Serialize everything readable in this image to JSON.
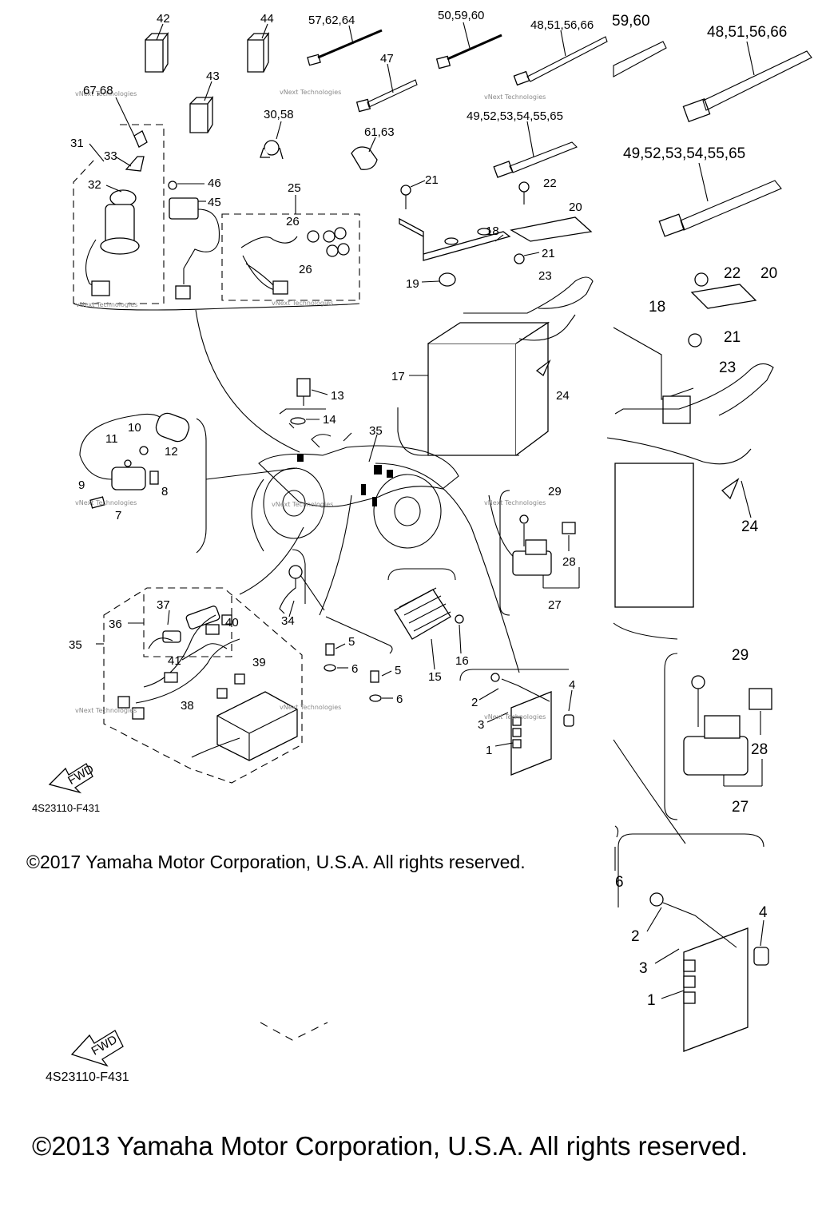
{
  "document": {
    "diagram_code_small": "4S23110-F431",
    "diagram_code_large": "4S23110-F431",
    "copyright_small": "©2017 Yamaha Motor Corporation, U.S.A. All rights reserved.",
    "copyright_large": "©2013 Yamaha Motor Corporation, U.S.A. All rights reserved.",
    "fwd_label": "FWD",
    "watermark": "vNext Technologies"
  },
  "callouts": {
    "c42": "42",
    "c44": "44",
    "c57_62_64": "57,62,64",
    "c50_59_60": "50,59,60",
    "c48_51_56_66": "48,51,56,66",
    "c59_60": "59,60",
    "c48_51_56_66_lg": "48,51,56,66",
    "c47": "47",
    "c43": "43",
    "c67_68": "67,68",
    "c30_58": "30,58",
    "c61_63": "61,63",
    "c49_to_65": "49,52,53,54,55,65",
    "c49_to_65_lg": "49,52,53,54,55,65",
    "c31": "31",
    "c33": "33",
    "c32": "32",
    "c46": "46",
    "c45": "45",
    "c25": "25",
    "c26a": "26",
    "c26b": "26",
    "c21a": "21",
    "c22": "22",
    "c20": "20",
    "c18": "18",
    "c21b": "21",
    "c19": "19",
    "c23": "23",
    "c17": "17",
    "c24": "24",
    "c13": "13",
    "c14": "14",
    "c35a": "35",
    "c10": "10",
    "c11": "11",
    "c12": "12",
    "c9": "9",
    "c8": "8",
    "c7": "7",
    "c29": "29",
    "c28": "28",
    "c27": "27",
    "c37": "37",
    "c36": "36",
    "c40": "40",
    "c35b": "35",
    "c41": "41",
    "c39": "39",
    "c38": "38",
    "c34": "34",
    "c5a": "5",
    "c6a": "6",
    "c5b": "5",
    "c6b": "6",
    "c16": "16",
    "c15": "15",
    "c4": "4",
    "c2": "2",
    "c3": "3",
    "c1": "1",
    "c22_lg": "22",
    "c20_lg": "20",
    "c18_lg": "18",
    "c21_lg": "21",
    "c23_lg": "23",
    "c24_lg": "24",
    "c29_lg": "29",
    "c28_lg": "28",
    "c27_lg": "27",
    "c6_lg": "6",
    "c4_lg": "4",
    "c2_lg": "2",
    "c3_lg": "3",
    "c1_lg": "1"
  }
}
